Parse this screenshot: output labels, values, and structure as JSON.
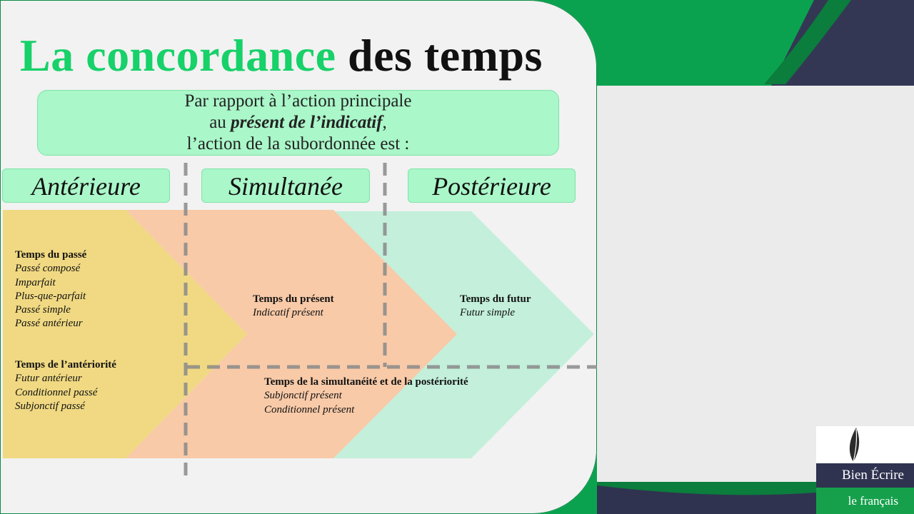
{
  "title": {
    "part_green": "La concordance",
    "part_black": "des temps"
  },
  "intro": {
    "line1": "Par rapport à l’action principale",
    "line2_prefix": "au ",
    "line2_emph": "présent de l’indicatif",
    "line2_suffix": ",",
    "line3": "l’action de la subordonnée est :"
  },
  "categories": [
    "Antérieure",
    "Simultanée",
    "Postérieure"
  ],
  "groups": {
    "passe": {
      "heading": "Temps du passé",
      "items": [
        "Passé composé",
        "Imparfait",
        "Plus-que-parfait",
        "Passé simple",
        "Passé antérieur"
      ]
    },
    "anteriorite": {
      "heading": "Temps de l’antériorité",
      "items": [
        "Futur antérieur",
        "Conditionnel passé",
        "Subjonctif passé"
      ]
    },
    "present": {
      "heading": "Temps du présent",
      "items": [
        "Indicatif présent"
      ]
    },
    "futur": {
      "heading": "Temps du futur",
      "items": [
        "Futur simple"
      ]
    },
    "simultaneite": {
      "heading": "Temps de la simultanéité et de la postériorité",
      "items": [
        "Subjonctif  présent",
        "Conditionnel présent"
      ]
    }
  },
  "logo": {
    "line1": "Bien Écrire",
    "line2": "le français"
  },
  "colors": {
    "title_green": "#17d169",
    "box_green": "#aaf7c9",
    "chevron_yellow": "#f0d982",
    "chevron_peach": "#f8caa8",
    "chevron_mint": "#c3efdb",
    "dash_grey": "#8a8a8a",
    "bg_green": "#0aa24f",
    "navy": "#2f3350"
  }
}
